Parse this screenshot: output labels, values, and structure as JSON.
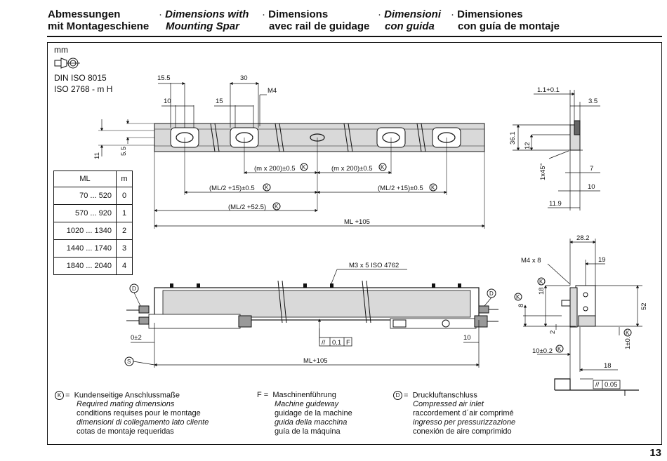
{
  "header": {
    "de": [
      "Abmessungen",
      "mit Montageschiene"
    ],
    "en": [
      "Dimensions with",
      "Mounting Spar"
    ],
    "fr": [
      "Dimensions",
      "avec rail de guidage"
    ],
    "it": [
      "Dimensioni",
      "con guida"
    ],
    "es": [
      "Dimensiones",
      "con guía de montaje"
    ],
    "bullet": "·"
  },
  "tolerance": {
    "unit": "mm",
    "standard1": "DIN ISO 8015",
    "standard2": "ISO 2768 - m H"
  },
  "ml_table": {
    "headers": [
      "ML",
      "m"
    ],
    "rows": [
      [
        "70 ... 520",
        "0"
      ],
      [
        "570 ... 920",
        "1"
      ],
      [
        "1020 ... 1340",
        "2"
      ],
      [
        "1440 ... 1740",
        "3"
      ],
      [
        "1840 ... 2040",
        "4"
      ]
    ]
  },
  "dims_top": {
    "d15_5": "15.5",
    "d30": "30",
    "m4": "M4",
    "d10": "10",
    "d15": "15",
    "d11": "11",
    "d5_5": "5.5",
    "m200a": "(m x 200)±0.5",
    "m200b": "(m x 200)±0.5",
    "mlh15a": "(ML/2 +15)±0.5",
    "mlh15b": "(ML/2 +15)±0.5",
    "mlh52": "(ML/2 +52.5)",
    "ml105": "ML +105",
    "k": "K"
  },
  "dims_side_top": {
    "d1_1": "1.1+0.1",
    "d3_5": "3.5",
    "d36_1": "36.1",
    "d12": "12",
    "d1x45": "1x45°",
    "d7": "7",
    "d10": "10",
    "d11_9": "11.9"
  },
  "dims_bottom": {
    "m3": "M3 x 5 ISO 4762",
    "d": "D",
    "s": "S",
    "d0_2": "0±2",
    "d10": "10",
    "ml105": "ML+105",
    "tol_sym": "//",
    "tol_val": "0.1",
    "tol_ref": "F"
  },
  "dims_side_bottom": {
    "d28_2": "28.2",
    "m4x8": "M4 x 8",
    "d19": "19",
    "d18k": "18",
    "d8k": "8",
    "d52": "52",
    "d2": "2",
    "d1_0_3": "1±0.3",
    "d10_0_2": "10±0.2",
    "d18": "18",
    "tol_sym": "//",
    "tol_val": "0.05"
  },
  "legend": {
    "k": {
      "symbol": "K",
      "eq": "=",
      "lines": [
        "Kundenseitige Anschlussmaße",
        "Required mating dimensions",
        "conditions requises pour le montage",
        "dimensioni di collegamento lato cliente",
        "cotas de montaje requeridas"
      ]
    },
    "f": {
      "symbol": "F",
      "eq": "=",
      "lines": [
        "Maschinenführung",
        "Machine guideway",
        "guidage de la machine",
        "guida della macchina",
        "guía de la máquina"
      ]
    },
    "d": {
      "symbol": "D",
      "eq": "=",
      "lines": [
        "Druckluftanschluss",
        "Compressed air inlet",
        "raccordement d´air comprimé",
        "ingresso per pressurizzazione",
        "conexión de aire comprimido"
      ]
    }
  },
  "page_number": "13"
}
